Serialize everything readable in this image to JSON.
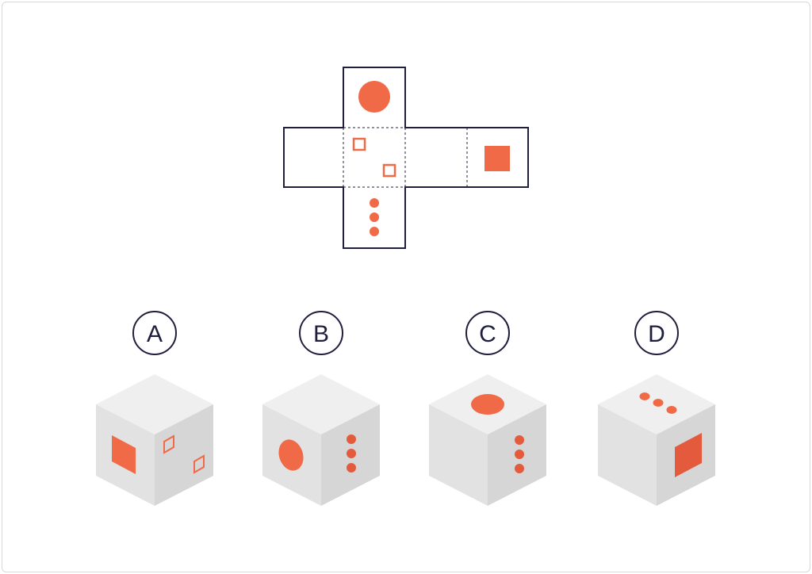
{
  "colors": {
    "accent": "#f06a48",
    "accent_dark": "#e45a3d",
    "outline": "#1f1f3d",
    "cube_top": "#efefef",
    "cube_left": "#e2e2e2",
    "cube_right": "#d6d6d6"
  },
  "net": {
    "faces": {
      "top": "large-circle",
      "left": "blank",
      "center": "two-hollow-squares",
      "right": "blank",
      "far_right": "filled-square",
      "bottom": "three-dots"
    }
  },
  "options": [
    {
      "label": "A",
      "top": "blank",
      "left": "filled-square",
      "right": "two-hollow-squares"
    },
    {
      "label": "B",
      "top": "blank",
      "left": "large-circle",
      "right": "three-dots"
    },
    {
      "label": "C",
      "top": "large-circle",
      "left": "blank",
      "right": "three-dots"
    },
    {
      "label": "D",
      "top": "three-dots",
      "left": "blank",
      "right": "filled-square"
    }
  ]
}
